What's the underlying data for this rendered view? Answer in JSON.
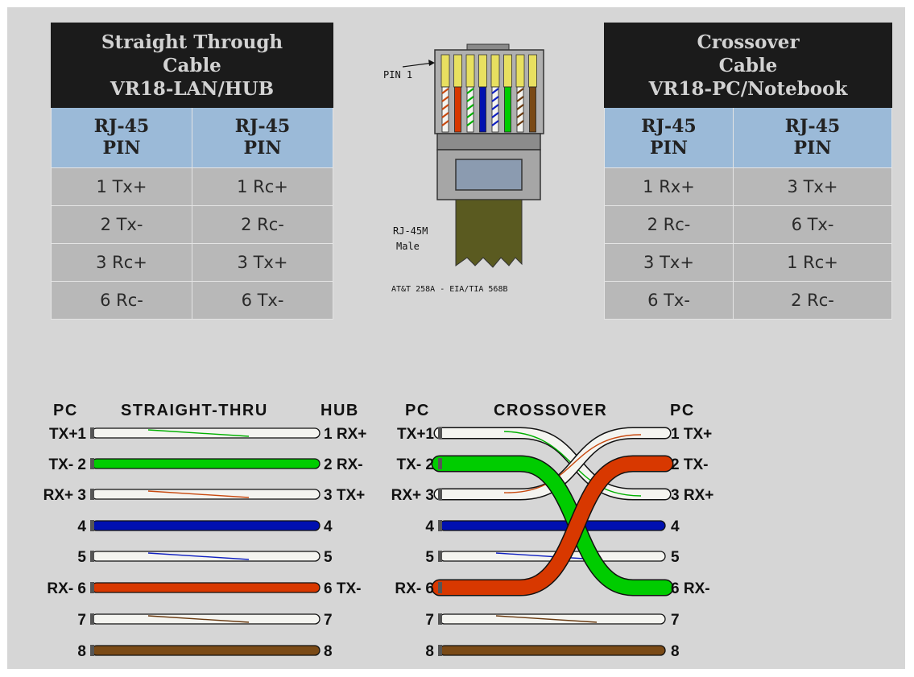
{
  "straight_table": {
    "title_lines": [
      "Straight Through",
      "Cable",
      "VR18-LAN/HUB"
    ],
    "headers": [
      [
        "RJ-45",
        "PIN"
      ],
      [
        "RJ-45",
        "PIN"
      ]
    ],
    "rows": [
      [
        "1 Tx+",
        "1 Rc+"
      ],
      [
        "2 Tx-",
        "2 Rc-"
      ],
      [
        "3 Rc+",
        "3 Tx+"
      ],
      [
        "6 Rc-",
        "6 Tx-"
      ]
    ]
  },
  "crossover_table": {
    "title_lines": [
      "Crossover",
      "Cable",
      "VR18-PC/Notebook"
    ],
    "headers": [
      [
        "RJ-45",
        "PIN"
      ],
      [
        "RJ-45",
        "PIN"
      ]
    ],
    "rows": [
      [
        "1 Rx+",
        "3 Tx+"
      ],
      [
        "2 Rc-",
        "6 Tx-"
      ],
      [
        "3 Tx+",
        "1 Rc+"
      ],
      [
        "6 Tx-",
        "2 Rc-"
      ]
    ]
  },
  "connector": {
    "pin1_label": "PIN 1",
    "type_label_lines": [
      "RJ-45M",
      "Male"
    ],
    "standard_label": "AT&T 258A - EIA/TIA 568B"
  },
  "colors": {
    "white": "#f4f4f0",
    "green": "#00cc00",
    "blue": "#0010b0",
    "orange": "#d83800",
    "brown": "#7a4a16",
    "stripe_green": "#00b000",
    "stripe_orange": "#c84a10",
    "stripe_blue": "#1020c0",
    "stripe_brown": "#6a3a10"
  },
  "straight_diagram": {
    "left_header": "PC",
    "center_header": "STRAIGHT-THRU",
    "right_header": "HUB",
    "wires": [
      {
        "left": "TX+1",
        "right": "1 RX+",
        "fill": "white",
        "stripe": "stripe_green"
      },
      {
        "left": "TX- 2",
        "right": "2 RX-",
        "fill": "green",
        "stripe": null
      },
      {
        "left": "RX+ 3",
        "right": "3 TX+",
        "fill": "white",
        "stripe": "stripe_orange"
      },
      {
        "left": "4",
        "right": "4",
        "fill": "blue",
        "stripe": null
      },
      {
        "left": "5",
        "right": "5",
        "fill": "white",
        "stripe": "stripe_blue"
      },
      {
        "left": "RX- 6",
        "right": "6 TX-",
        "fill": "orange",
        "stripe": null
      },
      {
        "left": "7",
        "right": "7",
        "fill": "white",
        "stripe": "stripe_brown"
      },
      {
        "left": "8",
        "right": "8",
        "fill": "brown",
        "stripe": null
      }
    ]
  },
  "crossover_diagram": {
    "left_header": "PC",
    "center_header": "CROSSOVER",
    "right_header": "PC",
    "wires": [
      {
        "left": "TX+1",
        "right": "1 TX+",
        "fill": "white",
        "stripe": "stripe_green",
        "to": 3
      },
      {
        "left": "TX- 2",
        "right": "2 TX-",
        "fill": "green",
        "stripe": null,
        "to": 6
      },
      {
        "left": "RX+ 3",
        "right": "3 RX+",
        "fill": "white",
        "stripe": "stripe_orange",
        "to": 1
      },
      {
        "left": "4",
        "right": "4",
        "fill": "blue",
        "stripe": null,
        "to": 4
      },
      {
        "left": "5",
        "right": "5",
        "fill": "white",
        "stripe": "stripe_blue",
        "to": 5
      },
      {
        "left": "RX- 6",
        "right": "6 RX-",
        "fill": "orange",
        "stripe": null,
        "to": 2
      },
      {
        "left": "7",
        "right": "7",
        "fill": "white",
        "stripe": "stripe_brown",
        "to": 7
      },
      {
        "left": "8",
        "right": "8",
        "fill": "brown",
        "stripe": null,
        "to": 8
      }
    ]
  }
}
